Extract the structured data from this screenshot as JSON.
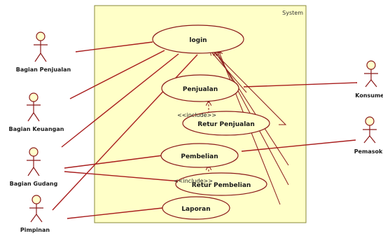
{
  "system": {
    "label": "System"
  },
  "usecases": {
    "login": "login",
    "penjualan": "Penjualan",
    "retur_penjualan": "Retur Penjualan",
    "pembelian": "Pembelian",
    "retur_pembelian": "Retur Pembelian",
    "laporan": "Laporan"
  },
  "actors": {
    "bagian_penjualan": "Bagian Penjualan",
    "bagian_keuangan": "Bagian Keuangan",
    "bagian_gudang": "Bagian Gudang",
    "pimpinan": "Pimpinan",
    "konsumen": "Konsume",
    "pemasok": "Pemasok"
  },
  "stereotypes": {
    "include_1": "<<include>>",
    "include_2": "<<include>>"
  }
}
